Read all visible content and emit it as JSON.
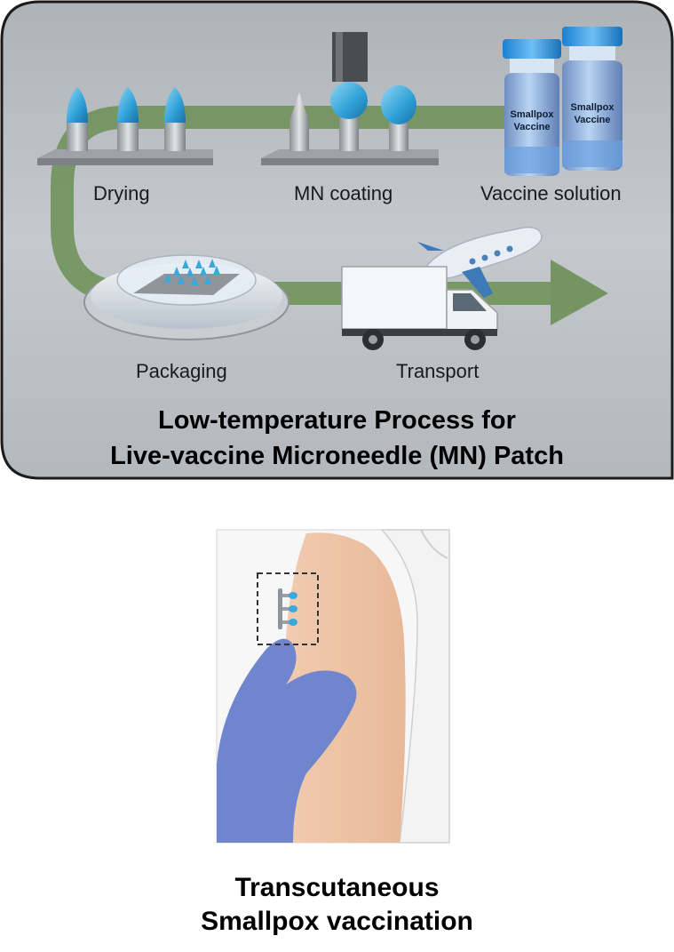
{
  "process": {
    "steps": {
      "drying": "Drying",
      "mn_coating": "MN coating",
      "vaccine_solution": "Vaccine solution",
      "packaging": "Packaging",
      "transport": "Transport"
    },
    "vial_label_line1": "Smallpox",
    "vial_label_line2": "Vaccine",
    "title_line1": "Low-temperature Process for",
    "title_line2": "Live-vaccine Microneedle (MN) Patch"
  },
  "vaccination": {
    "caption_line1": "Transcutaneous",
    "caption_line2": "Smallpox vaccination"
  },
  "colors": {
    "panel_bg": "#bcc1c6",
    "flow_arrow": "#6b8f55",
    "needle_blue": "#3aa8dc",
    "glove": "#6f86cf",
    "skin": "#efc6a8"
  }
}
